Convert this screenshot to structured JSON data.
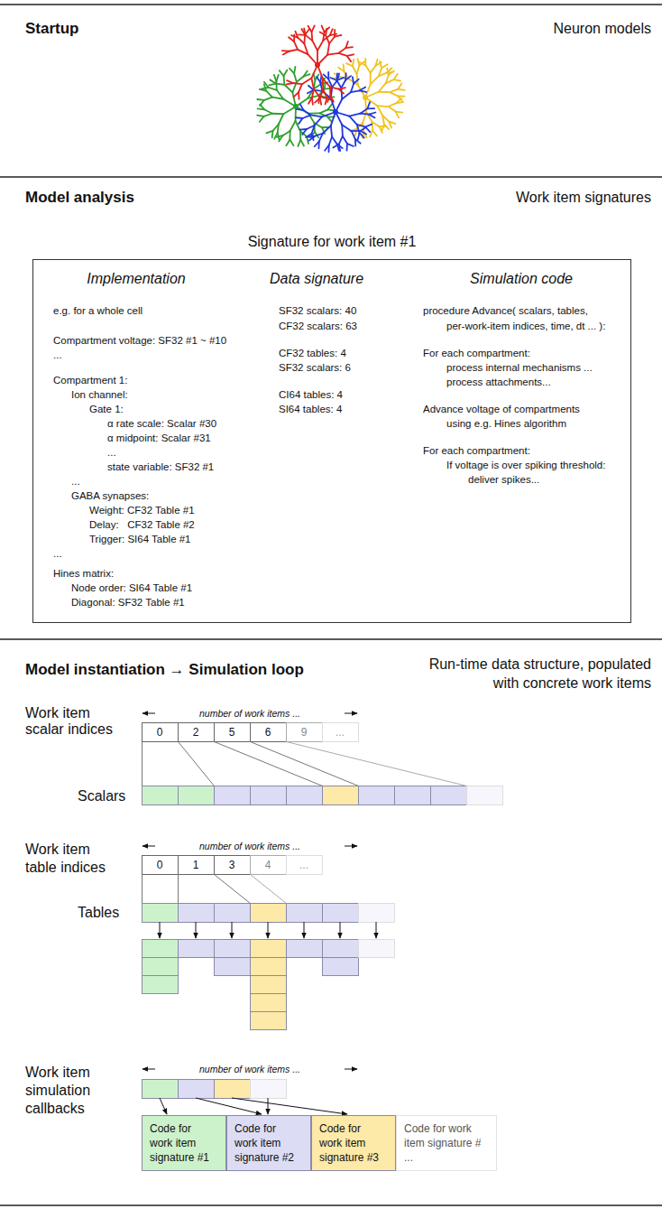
{
  "diagram": {
    "nodes": [
      {
        "text": [
          "Signature for work item #1",
          "Implementation",
          "e.g. for a whole cell",
          "Compartment voltage: SF32 #1 ~ #10",
          "...",
          "Compartment 1:",
          "Ion channel:",
          "Gate 1:",
          "α rate scale: Scalar #30",
          "α midpoint: Scalar #31",
          "...",
          "state variable: SF32 #1",
          "...",
          "GABA synapses:",
          "Weight: CF32 Table #1",
          "Delay:   CF32 Table #2",
          "Trigger: SI64 Table #1",
          "...",
          "Hines matrix:",
          "Node order: SI64 Table #1",
          "Diagonal: SF32 Table #1",
          "Data signature",
          "SF32 scalars: 40",
          "CF32 scalars: 63",
          "CF32 tables: 4",
          "SF32 scalars: 6",
          "CI64 tables: 4",
          "SI64 tables: 4",
          "Simulation code",
          "procedure Advance( scalars, tables,",
          "per-work-item indices, time, dt ... ):",
          "For each compartment:",
          "process internal mechanisms ...",
          "process attachments...",
          "Advance voltage of compartments",
          "using e.g. Hines algorithm",
          "For each compartment:",
          "If voltage is over spiking threshold:",
          "deliver spikes..."
        ]
      },
      {
        "text": [
          "Code for work item signature #1"
        ]
      },
      {
        "text": [
          "Code for work item signature #2"
        ]
      },
      {
        "text": [
          "Code for work item signature #3"
        ]
      },
      {
        "text": [
          "Code for work item signature # ..."
        ]
      }
    ],
    "labels": [
      "Startup",
      "Neuron models",
      "Model analysis",
      "Work item signatures",
      "Model instantiation → Simulation loop",
      "Run-time data structure, populated with concrete work items",
      "Work item scalar indices",
      "number of work items ...",
      "0",
      "2",
      "5",
      "6",
      "9",
      "...",
      "Scalars",
      "Work item table indices",
      "number of work items ...",
      "0",
      "1",
      "3",
      "4",
      "...",
      "Tables",
      "Work item simulation callbacks",
      "number of work items ..."
    ]
  }
}
